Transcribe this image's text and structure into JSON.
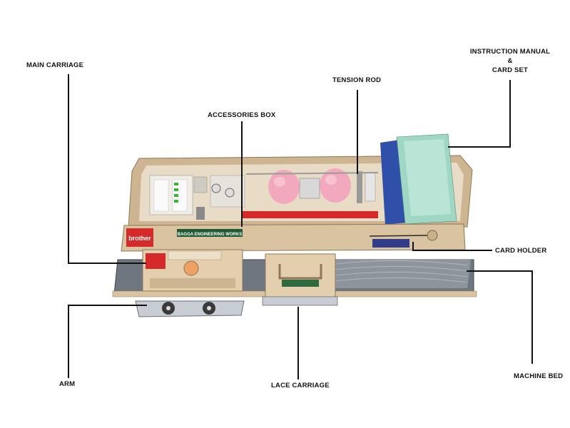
{
  "labels": {
    "main_carriage": "MAIN CARRIAGE",
    "tension_rod": "TENSION ROD",
    "instruction_manual": "INSTRUCTION MANUAL",
    "ampersand": "&",
    "card_set": "CARD SET",
    "accessories_box": "ACCESSORIES BOX",
    "card_holder": "CARD HOLDER",
    "arm": "ARM",
    "lace_carriage": "LACE CARRIAGE",
    "machine_bed": "MACHINE BED"
  },
  "machine_text": {
    "brand": "brother",
    "banner": "BAGGA ENGINEERING WORKS"
  },
  "colors": {
    "leader_line": "#111111",
    "machine_body": "#d9c3a0",
    "carriage_body": "#e3cfae",
    "bed_gray": "#6f7680",
    "red_accent": "#d42a2a",
    "green_banner": "#1f5a32",
    "pink_yarn": "#f2a9bd",
    "card_blue": "#2f4fa8",
    "card_green": "#9fd7c4"
  }
}
